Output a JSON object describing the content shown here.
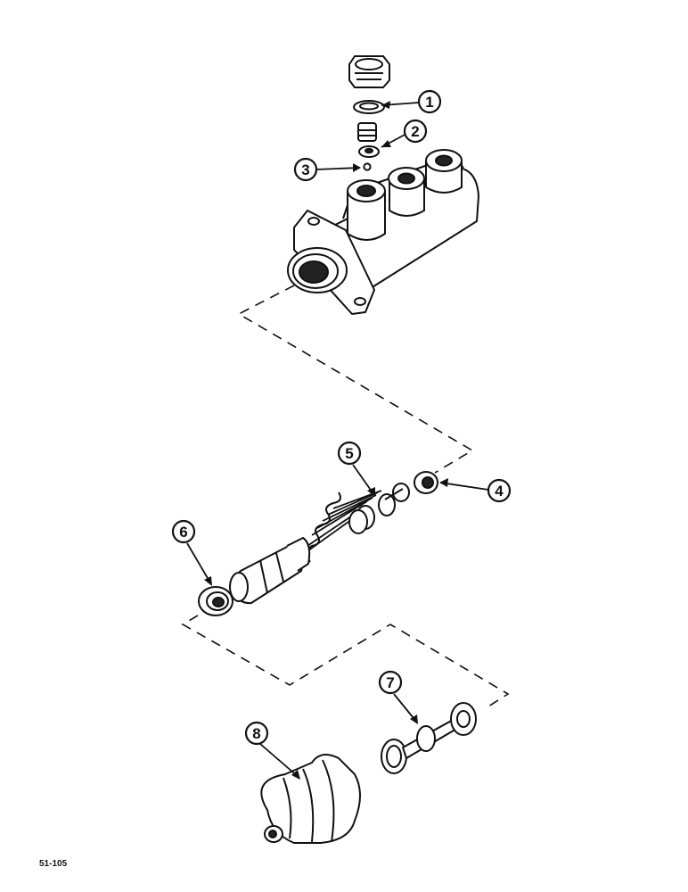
{
  "figure": {
    "reference_code": "51-105"
  },
  "callouts": [
    {
      "number": "1",
      "part": "seal-washer"
    },
    {
      "number": "2",
      "part": "valve-fitting"
    },
    {
      "number": "3",
      "part": "check-ball"
    },
    {
      "number": "4",
      "part": "end-seal"
    },
    {
      "number": "5",
      "part": "piston-spring-assembly"
    },
    {
      "number": "6",
      "part": "cup-seal"
    },
    {
      "number": "7",
      "part": "pushrod"
    },
    {
      "number": "8",
      "part": "dust-boot"
    }
  ]
}
